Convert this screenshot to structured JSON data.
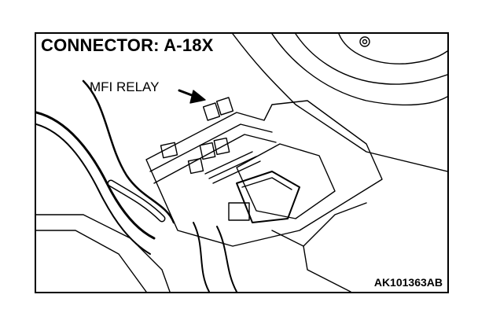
{
  "figure": {
    "connector_label": "CONNECTOR: A-18X",
    "callout_label": "MFI RELAY",
    "figure_id": "AK101363AB"
  },
  "colors": {
    "ink": "#000000",
    "paper": "#ffffff",
    "shade": "#d9d9d9"
  }
}
